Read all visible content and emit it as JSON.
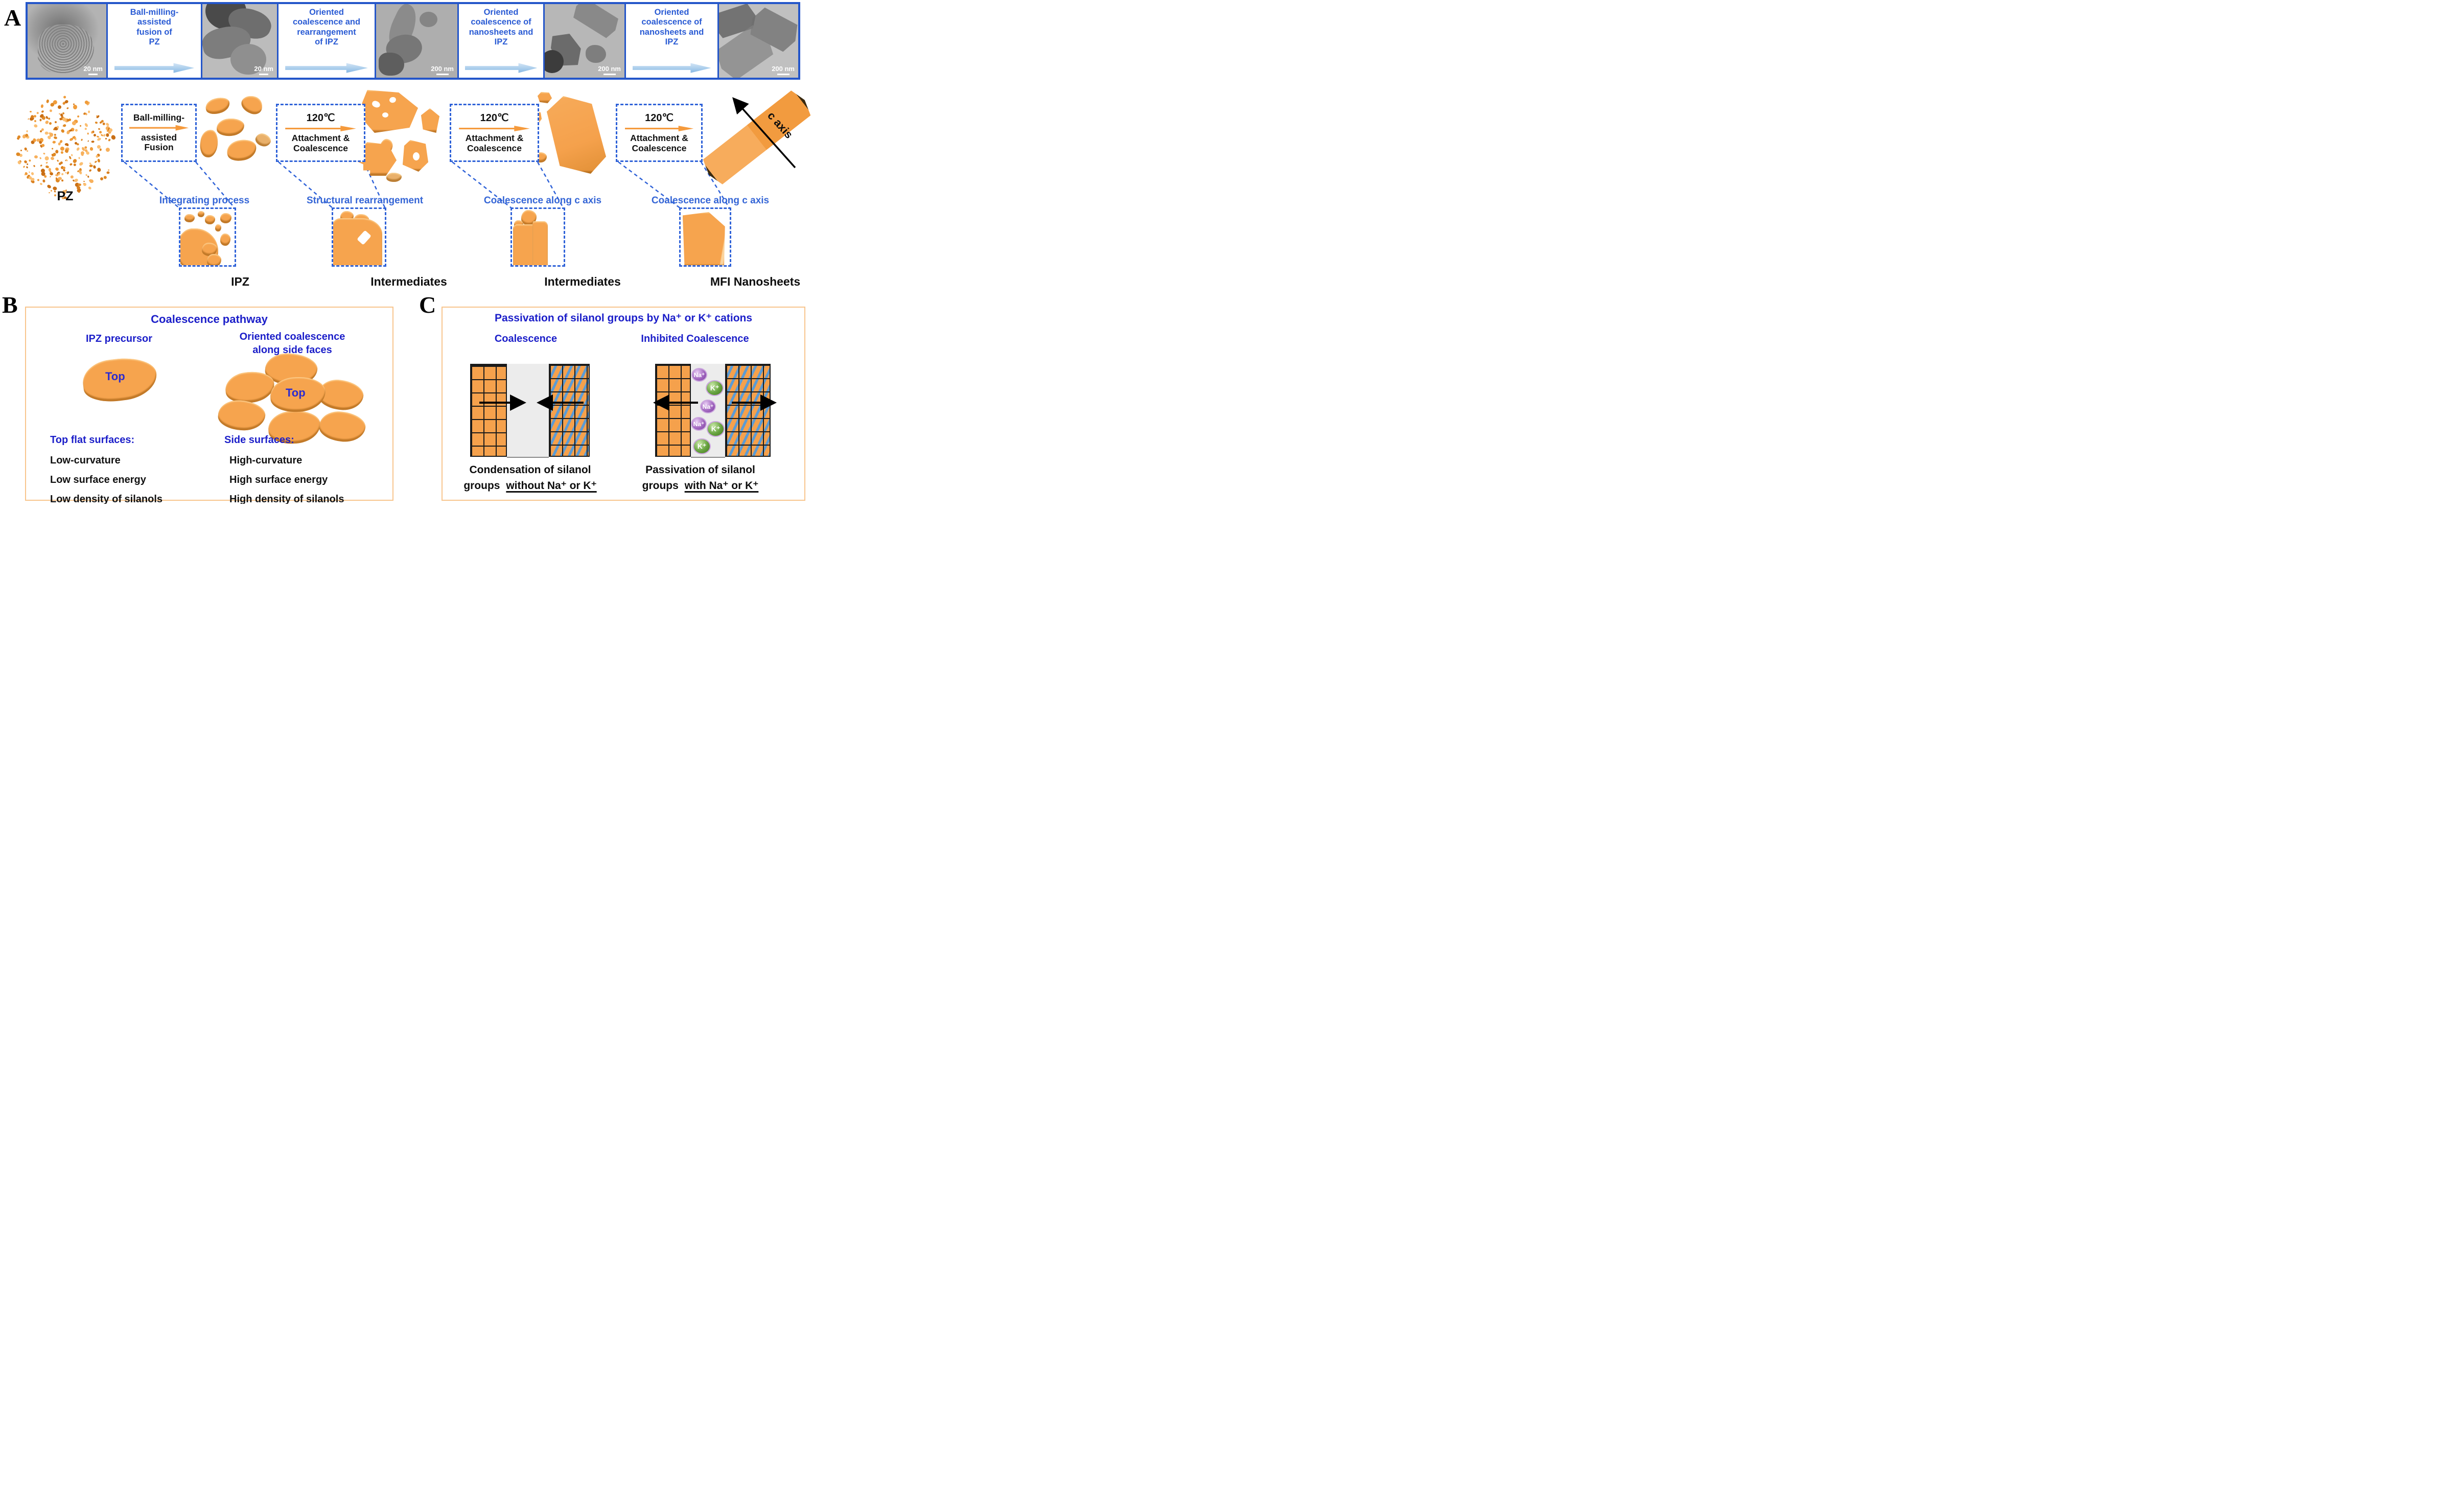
{
  "panelA": {
    "label": "A",
    "strip": {
      "tems": [
        {
          "scale": "20 nm"
        },
        {
          "scale": "20 nm"
        },
        {
          "scale": "200 nm"
        },
        {
          "scale": "200 nm"
        },
        {
          "scale": "200 nm"
        }
      ],
      "steps": [
        {
          "text": "Ball-milling-\nassisted\nfusion of\nPZ"
        },
        {
          "text": "Oriented\ncoalescence and\nrearrangement\nof IPZ"
        },
        {
          "text": "Oriented\ncoalescence of\nnanosheets and\nIPZ"
        },
        {
          "text": "Oriented\ncoalescence of\nnanosheets and\nIPZ"
        }
      ]
    },
    "schematic": {
      "pz_label": "PZ",
      "boxes": [
        {
          "top": "Ball-milling-",
          "bottom": "assisted\nFusion"
        },
        {
          "top": "120℃",
          "bottom": "Attachment &\nCoalescence"
        },
        {
          "top": "120℃",
          "bottom": "Attachment &\nCoalescence"
        },
        {
          "top": "120℃",
          "bottom": "Attachment &\nCoalescence"
        }
      ],
      "c_axis_label": "c axis",
      "zooms": [
        {
          "title": "Integrating process",
          "product": "IPZ"
        },
        {
          "title": "Structural rearrangement",
          "product": "Intermediates"
        },
        {
          "title": "Coalescence along c axis",
          "product": "Intermediates"
        },
        {
          "title": "Coalescence along c axis",
          "product": "MFI Nanosheets"
        }
      ]
    }
  },
  "panelB": {
    "label": "B",
    "title": "Coalescence pathway",
    "left_heading": "IPZ precursor",
    "right_heading": "Oriented coalescence\nalong side faces",
    "single_top_label": "Top",
    "cluster_top_label": "Top",
    "left_list": {
      "heading": "Top flat surfaces:",
      "items": [
        "Low-curvature",
        "Low surface energy",
        "Low density of silanols"
      ]
    },
    "right_list": {
      "heading": "Side surfaces:",
      "items": [
        "High-curvature",
        "High surface energy",
        "High density of silanols"
      ]
    }
  },
  "panelC": {
    "label": "C",
    "title": "Passivation of silanol groups by Na⁺ or K⁺ cations",
    "left_subtitle": "Coalescence",
    "right_subtitle": "Inhibited Coalescence",
    "ions": [
      "Na⁺",
      "K⁺",
      "Na⁺",
      "Na⁺",
      "K⁺",
      "K⁺"
    ],
    "left_caption": {
      "line1": "Condensation of silanol",
      "line2_prefix": "groups",
      "line2_underlined": "without Na⁺ or K⁺"
    },
    "right_caption": {
      "line1": "Passivation of silanol",
      "line2_prefix": "groups",
      "line2_underlined": "with Na⁺ or K⁺"
    }
  },
  "colors": {
    "accent_blue": "#2456c9",
    "dashed_blue": "#2f62d8",
    "heading_blue": "#1b1ec9",
    "orange": "#f5a14c",
    "stripe_blue": "#5b9bd5",
    "na_purple": "#a268c0",
    "k_green": "#66a23f"
  }
}
